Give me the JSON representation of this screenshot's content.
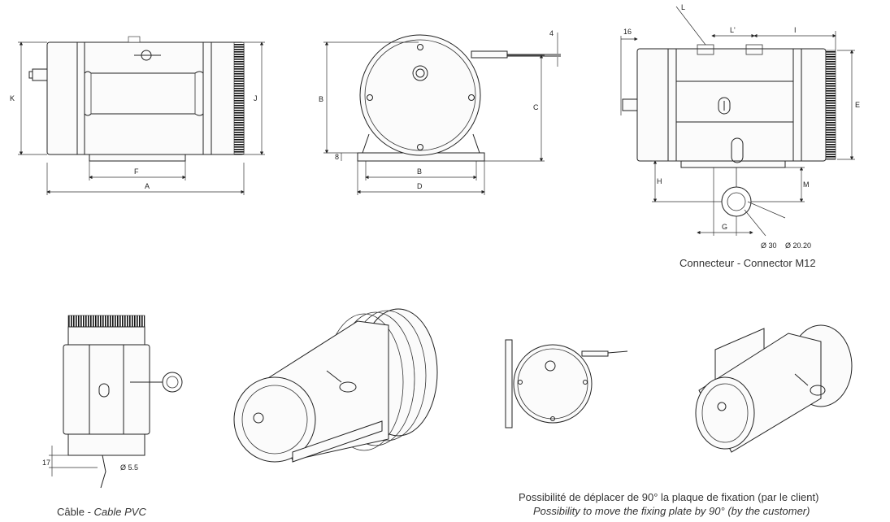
{
  "dimensions": {
    "A": "A",
    "F": "F",
    "K": "K",
    "J": "J",
    "B_side": "B",
    "B_bottom": "B",
    "C": "C",
    "D": "D",
    "four": "4",
    "eight": "8",
    "sixteen": "16",
    "L": "L",
    "L_prime": "L'",
    "I": "I",
    "E": "E",
    "H": "H",
    "M": "M",
    "G": "G",
    "dia30": "Ø 30",
    "dia2020": "Ø 20.20",
    "seventeen": "17",
    "dia55": "Ø 5.5"
  },
  "captions": {
    "connector": "Connecteur - Connector M12",
    "cable_fr": "Câble - ",
    "cable_en": "Cable PVC",
    "fixing_fr": "Possibilité de déplacer de 90° la plaque de fixation (par le client)",
    "fixing_en": "Possibility to move the fixing plate by 90° (by the customer)"
  },
  "colors": {
    "line": "#222222",
    "fill": "#fbfbfb",
    "text": "#333333"
  }
}
